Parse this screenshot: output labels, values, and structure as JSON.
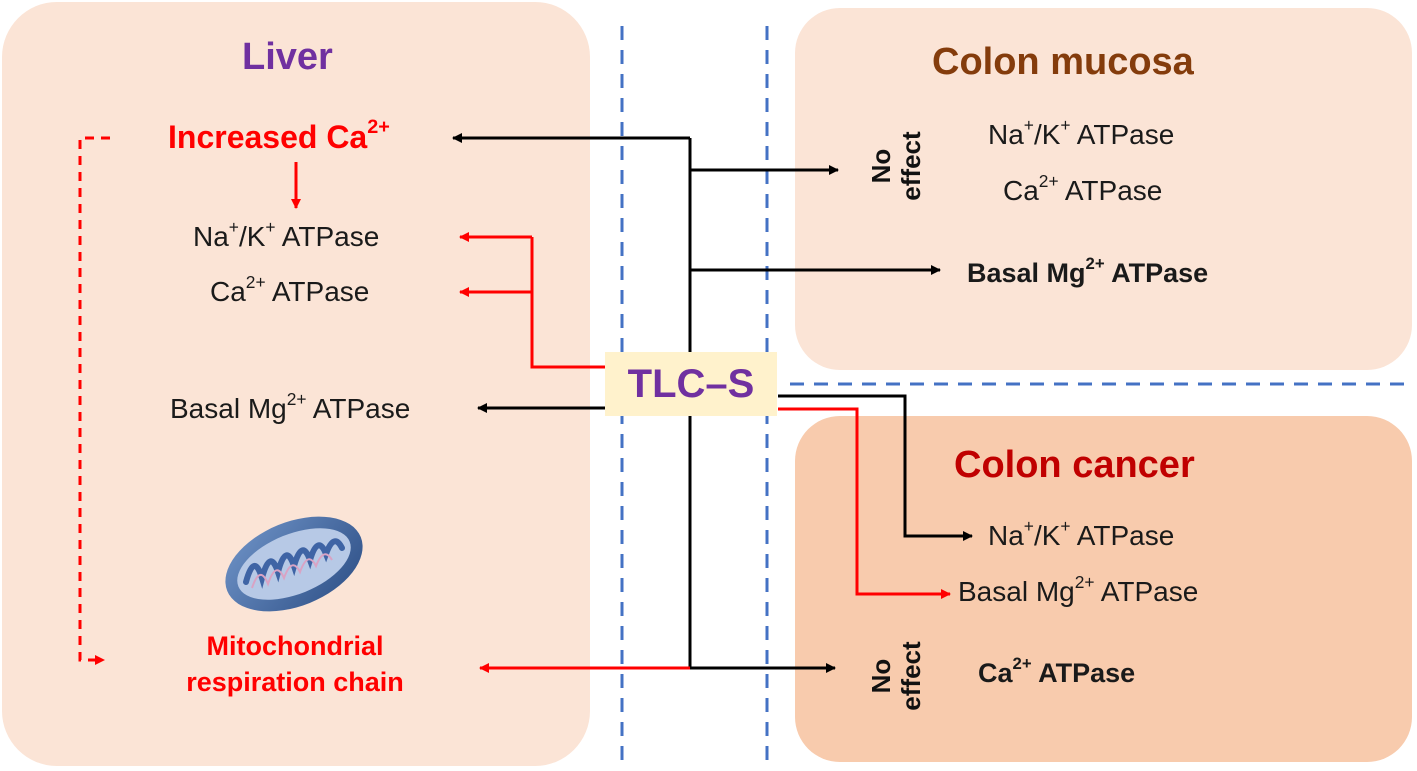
{
  "panels": {
    "liver": {
      "title": "Liver",
      "increased_ca": "Increased Ca",
      "increased_ca_sup": "2+",
      "na_k": "Na",
      "na_k_sup1": "+",
      "na_k_mid": "/K",
      "na_k_sup2": "+",
      "na_k_end": " ATPase",
      "ca_atpase": "Ca",
      "ca_atpase_sup": "2+",
      "ca_atpase_end": " ATPase",
      "basal_mg": "Basal Mg",
      "basal_mg_sup": "2+",
      "basal_mg_end": " ATPase",
      "mito_line1": "Mitochondrial",
      "mito_line2": "respiration chain"
    },
    "mucosa": {
      "title": "Colon mucosa",
      "no_effect_1": "No",
      "no_effect_2": "effect",
      "na_k": "Na",
      "na_k_sup1": "+",
      "na_k_mid": "/K",
      "na_k_sup2": "+",
      "na_k_end": " ATPase",
      "ca_atpase": "Ca",
      "ca_atpase_sup": "2+",
      "ca_atpase_end": " ATPase",
      "basal_mg": "Basal Mg",
      "basal_mg_sup": "2+",
      "basal_mg_end": " ATPase"
    },
    "cancer": {
      "title": "Colon cancer",
      "na_k": "Na",
      "na_k_sup1": "+",
      "na_k_mid": "/K",
      "na_k_sup2": "+",
      "na_k_end": " ATPase",
      "basal_mg": "Basal Mg",
      "basal_mg_sup": "2+",
      "basal_mg_end": " ATPase",
      "no_effect_1": "No",
      "no_effect_2": "effect",
      "ca_atpase": "Ca",
      "ca_atpase_sup": "2+",
      "ca_atpase_end": " ATPase"
    }
  },
  "center": {
    "label": "TLC–S"
  },
  "colors": {
    "liver_title": "#7030a0",
    "mucosa_title": "#843c0c",
    "cancer_title": "#c00000",
    "red": "#ff0000",
    "dashed_blue": "#4472c4",
    "tlc_text": "#7030a0",
    "tlc_box": "#fff2cc"
  }
}
